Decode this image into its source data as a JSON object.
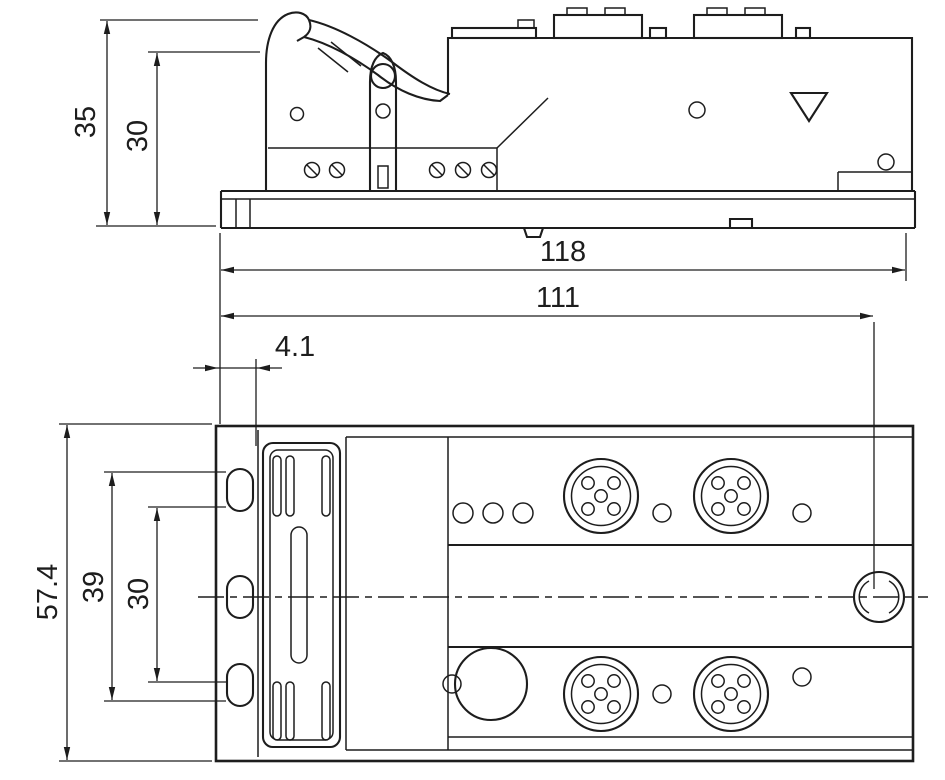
{
  "drawing_type": "technical-dimension-drawing",
  "colors": {
    "background": "#ffffff",
    "line": "#1d1d1d"
  },
  "views": {
    "side_view": {
      "name": "side-elevation"
    },
    "top_view": {
      "name": "top-plan"
    }
  },
  "dimensions": {
    "side_total_height": "35",
    "side_body_height": "30",
    "overall_width": "118",
    "inner_width": "111",
    "left_offset": "4.1",
    "overall_depth": "57.4",
    "outer_hole_span": "39",
    "inner_hole_span": "30"
  }
}
